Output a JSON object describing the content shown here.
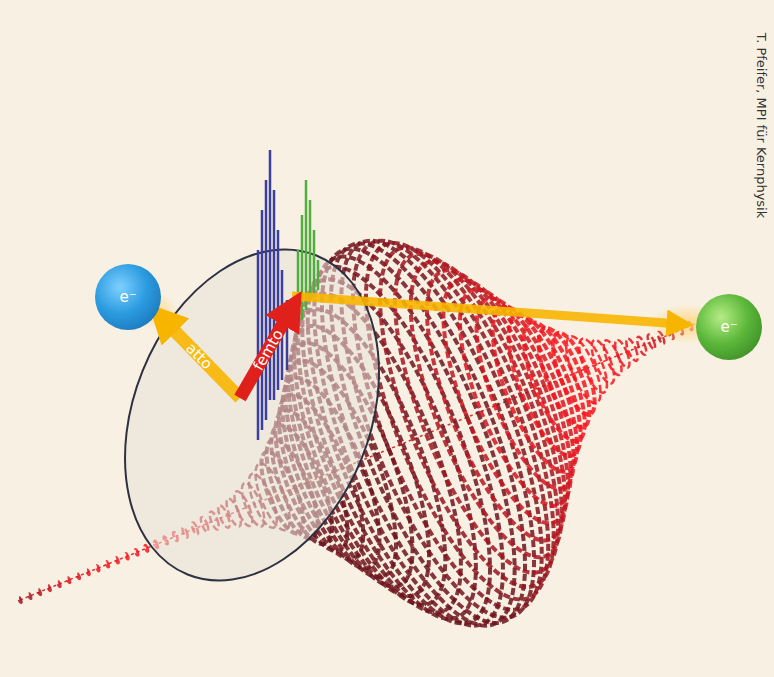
{
  "diagram": {
    "nodes": [
      {
        "text": [
          "e⁻"
        ]
      },
      {
        "text": [
          "e⁻"
        ]
      }
    ],
    "labels": [
      "atto",
      "femto",
      "T. Pfeifer, MPI für Kernphysik"
    ]
  }
}
